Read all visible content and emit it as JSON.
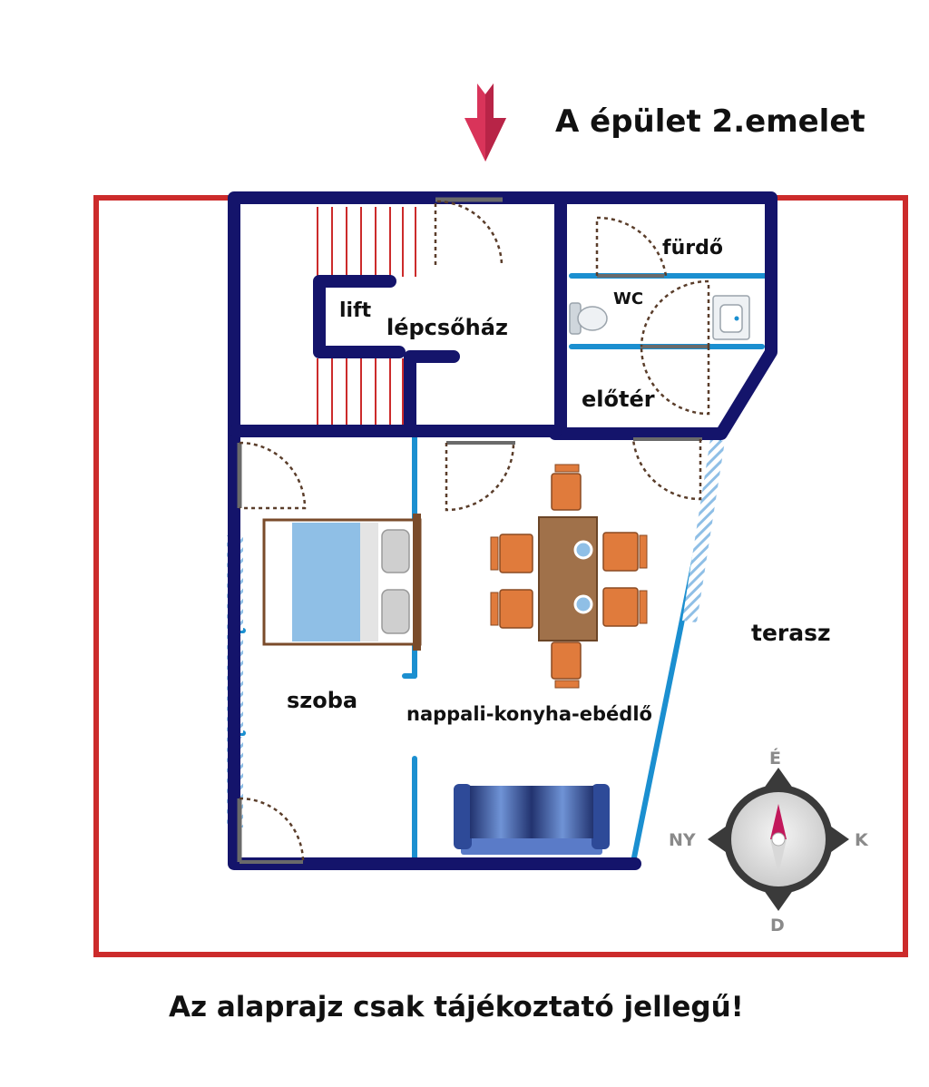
{
  "header": {
    "title": "A épület 2.emelet"
  },
  "footer": {
    "disclaimer": "Az alaprajz csak tájékoztató jellegű!"
  },
  "rooms": {
    "lift": "lift",
    "stairwell": "lépcsőház",
    "bathroom": "fürdő",
    "wc": "WC",
    "hall": "előtér",
    "bedroom": "szoba",
    "living": "nappali-konyha-ebédlő",
    "terrace": "terasz"
  },
  "compass": {
    "north": "É",
    "south": "D",
    "east": "K",
    "west": "NY"
  },
  "colors": {
    "wall": "#14146b",
    "partition": "#1b8fd0",
    "outline": "#cc2b2b",
    "entrance_arrow": "#d9345a",
    "bed": "#8fbfe6",
    "chair": "#e07b3c",
    "table": "#a0714a",
    "sofa": "#3c5aa8"
  }
}
